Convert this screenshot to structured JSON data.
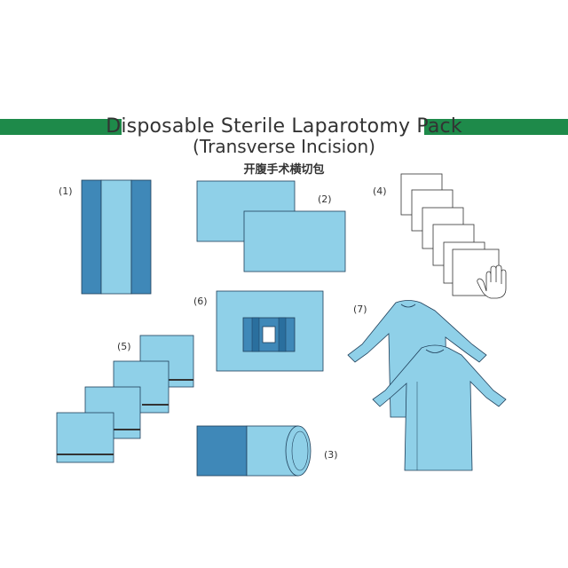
{
  "title": {
    "line1": "Disposable Sterile Laparotomy Pack",
    "line2": "(Transverse Incision)",
    "line3": "开腹手术横切包"
  },
  "labels": [
    "(1)",
    "(2)",
    "(3)",
    "(4)",
    "(5)",
    "(6)",
    "(7)"
  ],
  "colors": {
    "accent_bar": "#1e8a4a",
    "drape_light": "#8fd0e8",
    "drape_dark": "#3f88b8",
    "outline": "#1f3f5a"
  }
}
